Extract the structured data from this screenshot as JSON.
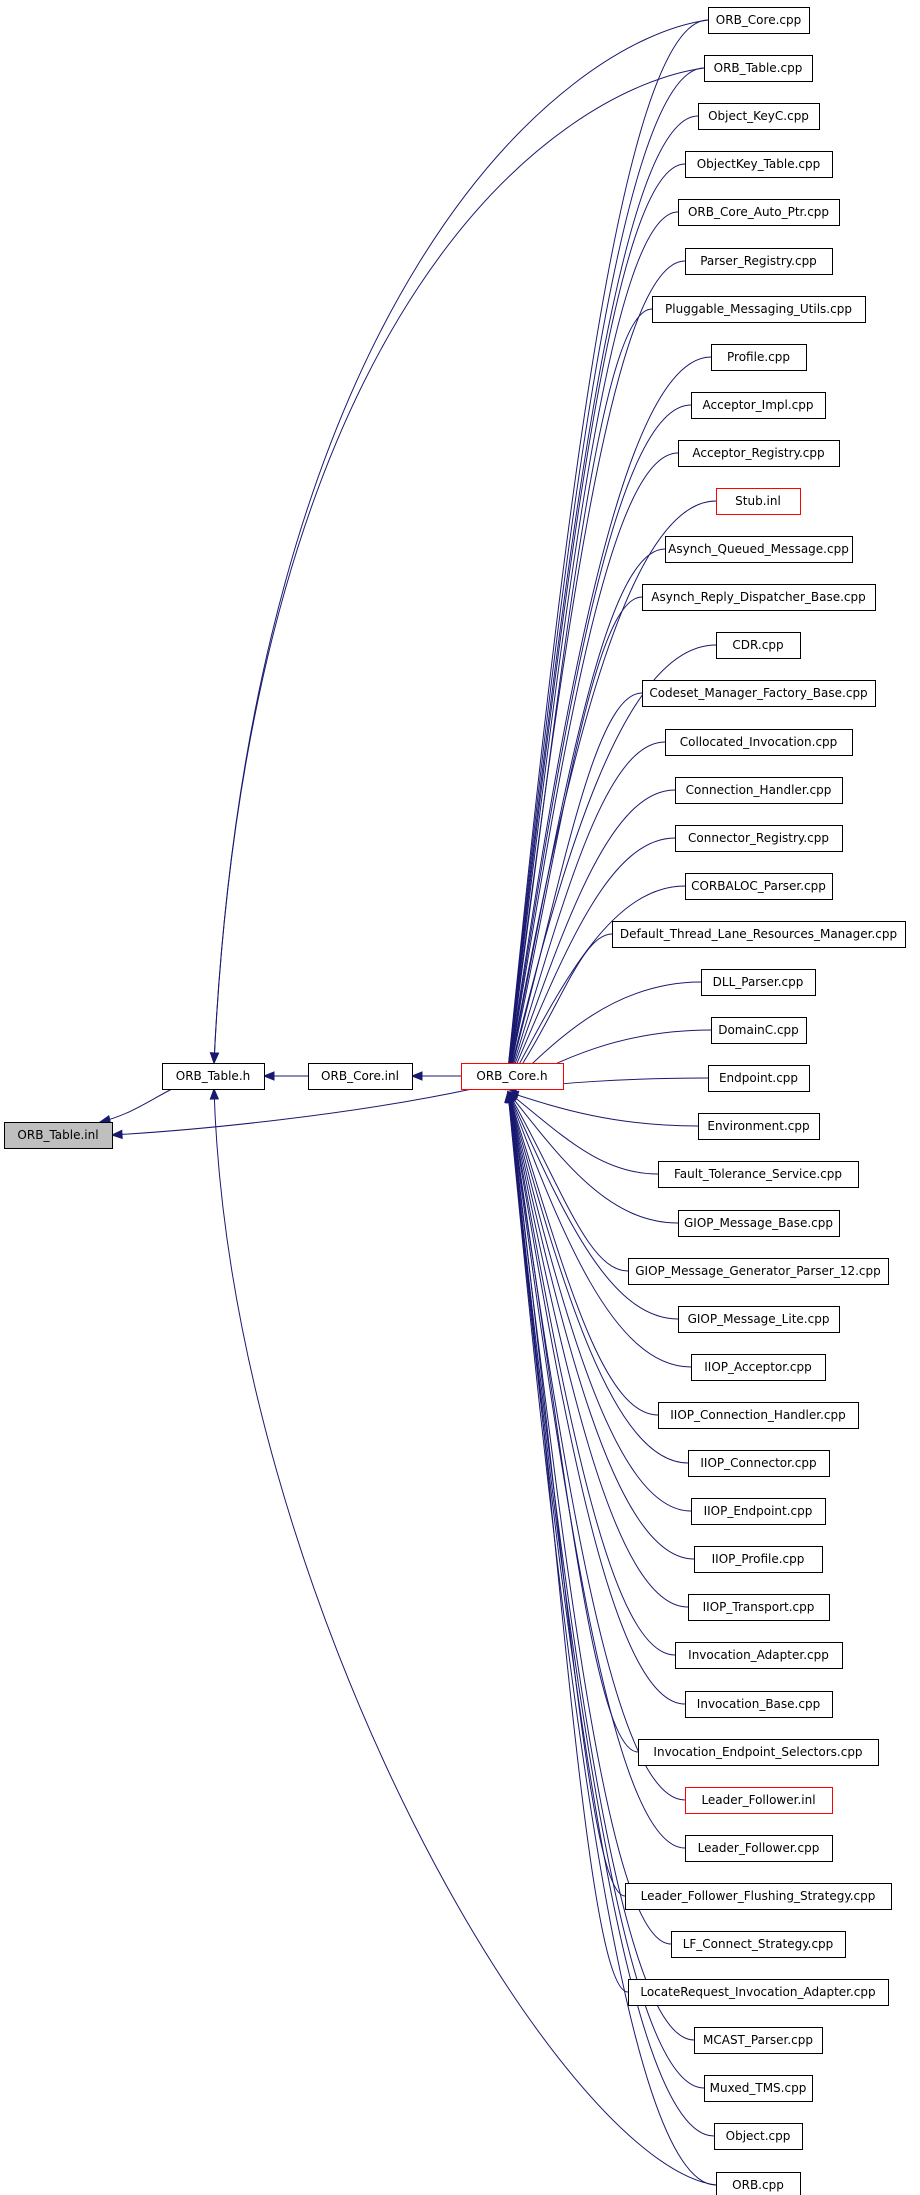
{
  "colors": {
    "edge": "#191970",
    "highlight_border": "#ff0000",
    "focus_fill": "#bfbfbf",
    "normal_border": "#000000"
  },
  "graph": {
    "focus": "ORB_Table.inl",
    "chain": [
      "ORB_Table.h",
      "ORB_Core.inl",
      "ORB_Core.h"
    ],
    "dependents": [
      "ORB_Core.cpp",
      "ORB_Table.cpp",
      "Object_KeyC.cpp",
      "ObjectKey_Table.cpp",
      "ORB_Core_Auto_Ptr.cpp",
      "Parser_Registry.cpp",
      "Pluggable_Messaging_Utils.cpp",
      "Profile.cpp",
      "Acceptor_Impl.cpp",
      "Acceptor_Registry.cpp",
      "Stub.inl",
      "Asynch_Queued_Message.cpp",
      "Asynch_Reply_Dispatcher_Base.cpp",
      "CDR.cpp",
      "Codeset_Manager_Factory_Base.cpp",
      "Collocated_Invocation.cpp",
      "Connection_Handler.cpp",
      "Connector_Registry.cpp",
      "CORBALOC_Parser.cpp",
      "Default_Thread_Lane_Resources_Manager.cpp",
      "DLL_Parser.cpp",
      "DomainC.cpp",
      "Endpoint.cpp",
      "Environment.cpp",
      "Fault_Tolerance_Service.cpp",
      "GIOP_Message_Base.cpp",
      "GIOP_Message_Generator_Parser_12.cpp",
      "GIOP_Message_Lite.cpp",
      "IIOP_Acceptor.cpp",
      "IIOP_Connection_Handler.cpp",
      "IIOP_Connector.cpp",
      "IIOP_Endpoint.cpp",
      "IIOP_Profile.cpp",
      "IIOP_Transport.cpp",
      "Invocation_Adapter.cpp",
      "Invocation_Base.cpp",
      "Invocation_Endpoint_Selectors.cpp",
      "Leader_Follower.inl",
      "Leader_Follower.cpp",
      "Leader_Follower_Flushing_Strategy.cpp",
      "LF_Connect_Strategy.cpp",
      "LocateRequest_Invocation_Adapter.cpp",
      "MCAST_Parser.cpp",
      "Muxed_TMS.cpp",
      "Object.cpp",
      "ORB.cpp"
    ],
    "incomplete_nodes": [
      "ORB_Core.h",
      "Stub.inl",
      "Leader_Follower.inl"
    ]
  }
}
